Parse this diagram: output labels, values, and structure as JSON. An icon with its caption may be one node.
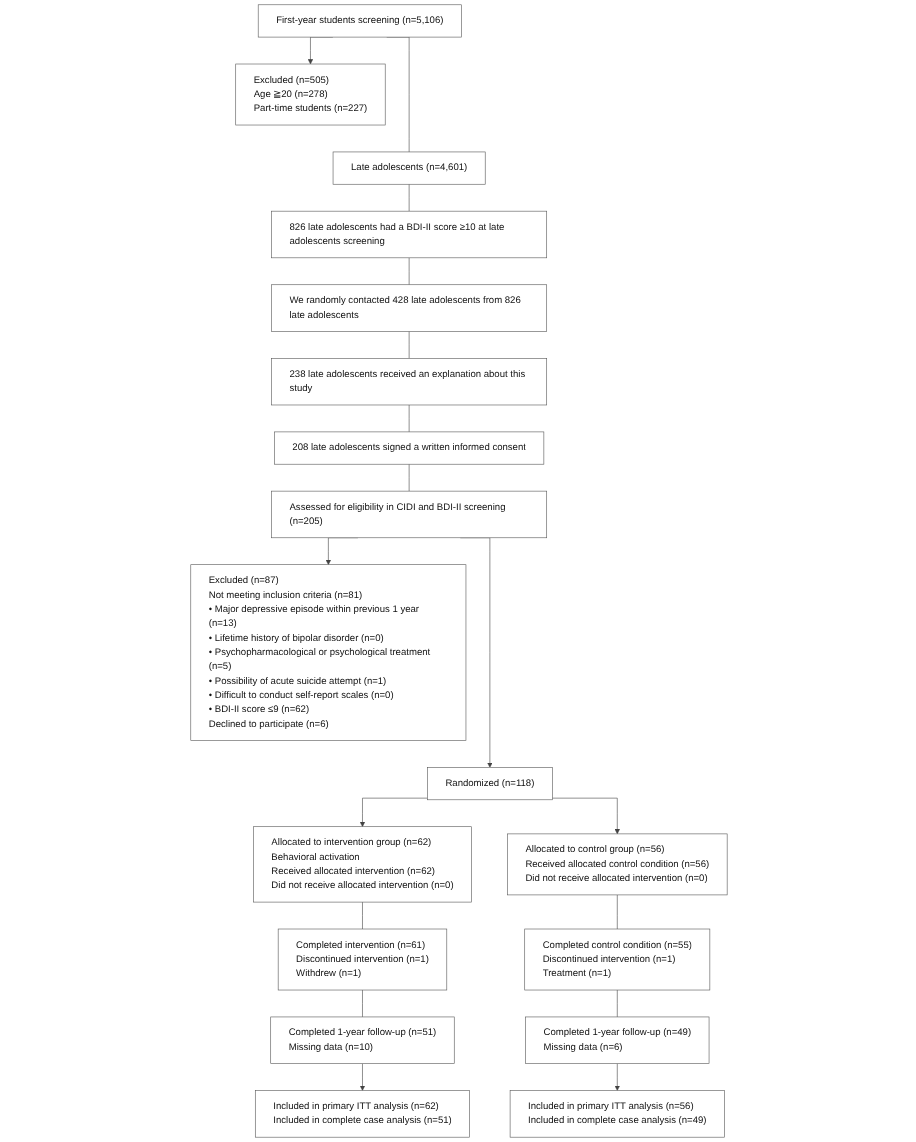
{
  "diagram": {
    "nodes": [
      {
        "text": [
          "First-year students screening (n=5,106)"
        ]
      },
      {
        "text": [
          "Excluded (n=505)",
          "Age ≧20 (n=278)",
          "Part-time students (n=227)"
        ]
      },
      {
        "text": [
          "Late adolescents (n=4,601)"
        ]
      },
      {
        "text": [
          "826 late adolescents had a BDI-II score ≥10 at late adolescents screening"
        ]
      },
      {
        "text": [
          "We randomly contacted 428 late adolescents from 826 late adolescents"
        ]
      },
      {
        "text": [
          "238 late adolescents received an explanation about this study"
        ]
      },
      {
        "text": [
          "208 late adolescents signed a written informed consent"
        ]
      },
      {
        "text": [
          "Assessed for eligibility in CIDI and BDI-II screening (n=205)"
        ]
      },
      {
        "text": [
          "Excluded (n=87)",
          "Not meeting inclusion criteria (n=81)",
          "• Major depressive episode within previous 1 year (n=13)",
          "• Lifetime history of bipolar disorder (n=0)",
          "• Psychopharmacological or psychological treatment (n=5)",
          "• Possibility of acute suicide attempt (n=1)",
          "• Difficult to conduct self-report scales (n=0)",
          "• BDI-II score ≤9 (n=62)",
          "Declined to participate (n=6)"
        ]
      },
      {
        "text": [
          "Randomized (n=118)"
        ]
      },
      {
        "text": [
          "Allocated to intervention group (n=62)",
          "Behavioral activation",
          "Received allocated intervention (n=62)",
          "Did not receive allocated intervention (n=0)"
        ]
      },
      {
        "text": [
          "Allocated to control group (n=56)",
          "Received allocated control condition (n=56)",
          "Did not receive allocated intervention (n=0)"
        ]
      },
      {
        "text": [
          "Completed intervention (n=61)",
          "Discontinued intervention (n=1)",
          "Withdrew (n=1)"
        ]
      },
      {
        "text": [
          "Completed control condition (n=55)",
          "Discontinued intervention (n=1)",
          "Treatment (n=1)"
        ]
      },
      {
        "text": [
          "Completed 1-year follow-up (n=51)",
          "Missing data (n=10)"
        ]
      },
      {
        "text": [
          "Completed 1-year follow-up (n=49)",
          "Missing data (n=6)"
        ]
      },
      {
        "text": [
          "Included in primary ITT analysis (n=62)",
          "Included in complete case analysis (n=51)"
        ]
      },
      {
        "text": [
          "Included in primary ITT analysis (n=56)",
          "Included in complete case analysis (n=49)"
        ]
      }
    ],
    "edges": [
      {
        "from": 0,
        "to": 1,
        "arrow": "to"
      },
      {
        "from": 0,
        "to": 2,
        "arrow": "none"
      },
      {
        "from": 2,
        "to": 3,
        "arrow": "none"
      },
      {
        "from": 3,
        "to": 4,
        "arrow": "none"
      },
      {
        "from": 4,
        "to": 5,
        "arrow": "none"
      },
      {
        "from": 5,
        "to": 6,
        "arrow": "none"
      },
      {
        "from": 6,
        "to": 7,
        "arrow": "none"
      },
      {
        "from": 7,
        "to": 8,
        "arrow": "to"
      },
      {
        "from": 7,
        "to": 9,
        "arrow": "to"
      },
      {
        "from": 9,
        "to": 10,
        "arrow": "to"
      },
      {
        "from": 9,
        "to": 11,
        "arrow": "to"
      },
      {
        "from": 10,
        "to": 12,
        "arrow": "none"
      },
      {
        "from": 11,
        "to": 13,
        "arrow": "none"
      },
      {
        "from": 12,
        "to": 14,
        "arrow": "none"
      },
      {
        "from": 13,
        "to": 15,
        "arrow": "none"
      },
      {
        "from": 14,
        "to": 16,
        "arrow": "to"
      },
      {
        "from": 15,
        "to": 17,
        "arrow": "to"
      }
    ]
  }
}
